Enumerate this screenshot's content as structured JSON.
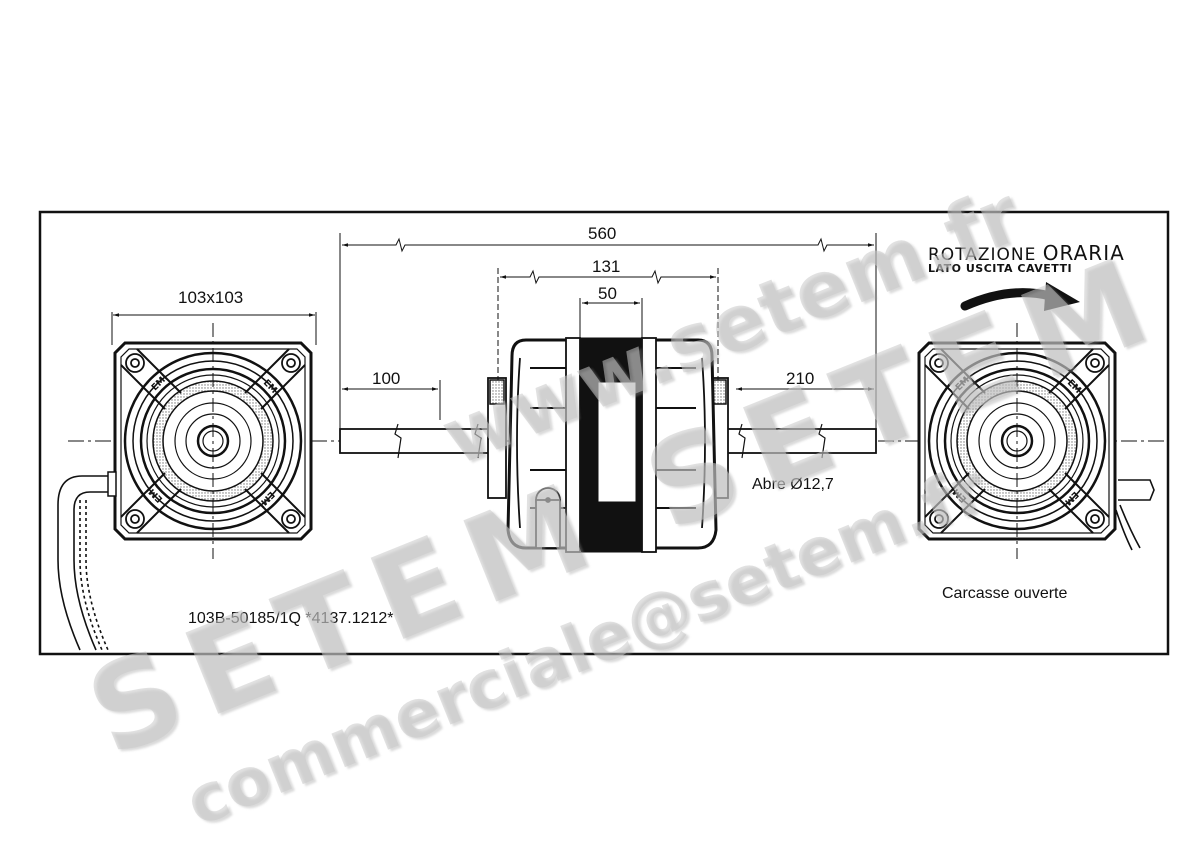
{
  "drawing": {
    "type": "technical-drawing",
    "subject": "shaded-pole fan motor, double shaft",
    "frame": {
      "stroke": "#111111",
      "background": "#ffffff"
    }
  },
  "dimensions": {
    "overall_length": "560",
    "body_length": "131",
    "stack_width": "50",
    "left_shaft": "100",
    "right_shaft": "210",
    "flange_size": "103x103"
  },
  "labels": {
    "shaft": "Abre Ø12,7",
    "model": "103B-50185/1Q *4137.1212*",
    "right_view": "Carcasse ouverte",
    "rotation_line1_a": "ROTAZIONE ",
    "rotation_line1_b": "ORARIA",
    "rotation_line2": "LATO USCITA CAVETTI"
  },
  "end_views": {
    "left": {
      "markings": [
        "EMI",
        "EMI",
        "EMI",
        "EMI"
      ]
    },
    "right": {
      "markings": [
        "EMI",
        "EMI",
        "EMI",
        "EMI"
      ]
    }
  },
  "watermark": {
    "url": "www.setem.fr",
    "brand": "SETEM SETEM",
    "email": "commerciale@setem.fr",
    "color": "#c8c8c8"
  }
}
